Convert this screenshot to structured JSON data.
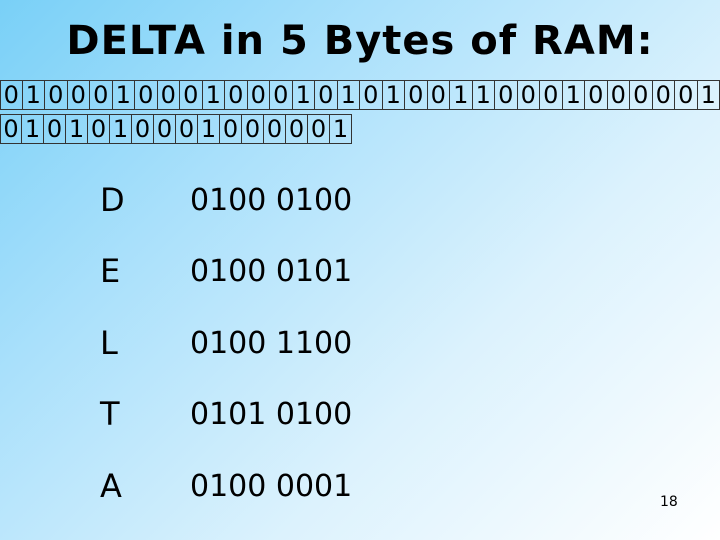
{
  "title": "DELTA in 5 Bytes of RAM:",
  "bits": {
    "row1": [
      "0",
      "1",
      "0",
      "0",
      "0",
      "1",
      "0",
      "0",
      "0",
      "1",
      "0",
      "0",
      "0",
      "1",
      "0",
      "1",
      "0",
      "1",
      "0",
      "0",
      "1",
      "1",
      "0",
      "0",
      "0",
      "1",
      "0",
      "0",
      "0",
      "0",
      "0",
      "1"
    ],
    "row2": [
      "0",
      "1",
      "0",
      "1",
      "0",
      "1",
      "0",
      "0",
      "0",
      "1",
      "0",
      "0",
      "0",
      "0",
      "0",
      "1"
    ]
  },
  "encodings": [
    {
      "letter": "D",
      "code": "0100 0100"
    },
    {
      "letter": "E",
      "code": "0100 0101"
    },
    {
      "letter": "L",
      "code": "0100 1100"
    },
    {
      "letter": "T",
      "code": "0101 0100"
    },
    {
      "letter": "A",
      "code": "0100 0001"
    }
  ],
  "page_number": "18"
}
